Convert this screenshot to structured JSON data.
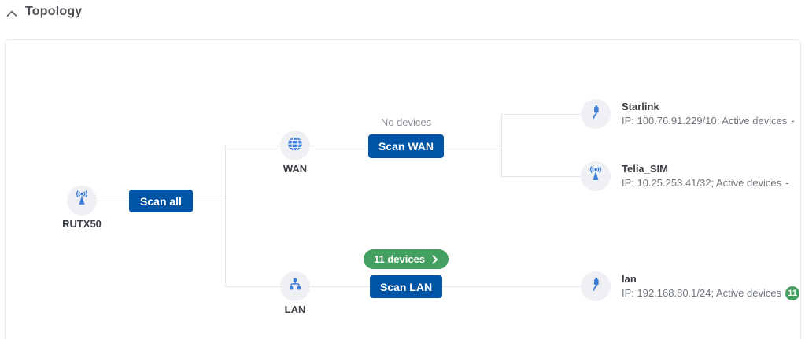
{
  "header": {
    "title": "Topology",
    "collapse_icon": "chevron-up-icon"
  },
  "colors": {
    "primary_blue": "#0054a6",
    "icon_blue": "#3d7ed9",
    "green": "#44a061",
    "line": "#e3e5e9",
    "circle_bg": "#eef0f4"
  },
  "panel": {
    "root": {
      "label": "RUTX50",
      "icon": "antenna-icon",
      "scan_label": "Scan all"
    },
    "wan": {
      "label": "WAN",
      "icon": "globe-icon",
      "status": "No devices",
      "scan_label": "Scan WAN",
      "leaves": [
        {
          "name": "Starlink",
          "icon": "cable-icon",
          "ip_info": "IP: 100.76.91.229/10; Active devices",
          "active": "-"
        },
        {
          "name": "Telia_SIM",
          "icon": "antenna-icon",
          "ip_info": "IP: 10.25.253.41/32; Active devices",
          "active": "-"
        }
      ]
    },
    "lan": {
      "label": "LAN",
      "icon": "sitemap-icon",
      "devices_badge": "11 devices",
      "badge_chevron": "chevron-right-icon",
      "scan_label": "Scan LAN",
      "leaves": [
        {
          "name": "lan",
          "icon": "cable-icon",
          "ip_info": "IP: 192.168.80.1/24; Active devices",
          "active": "11"
        }
      ]
    }
  }
}
